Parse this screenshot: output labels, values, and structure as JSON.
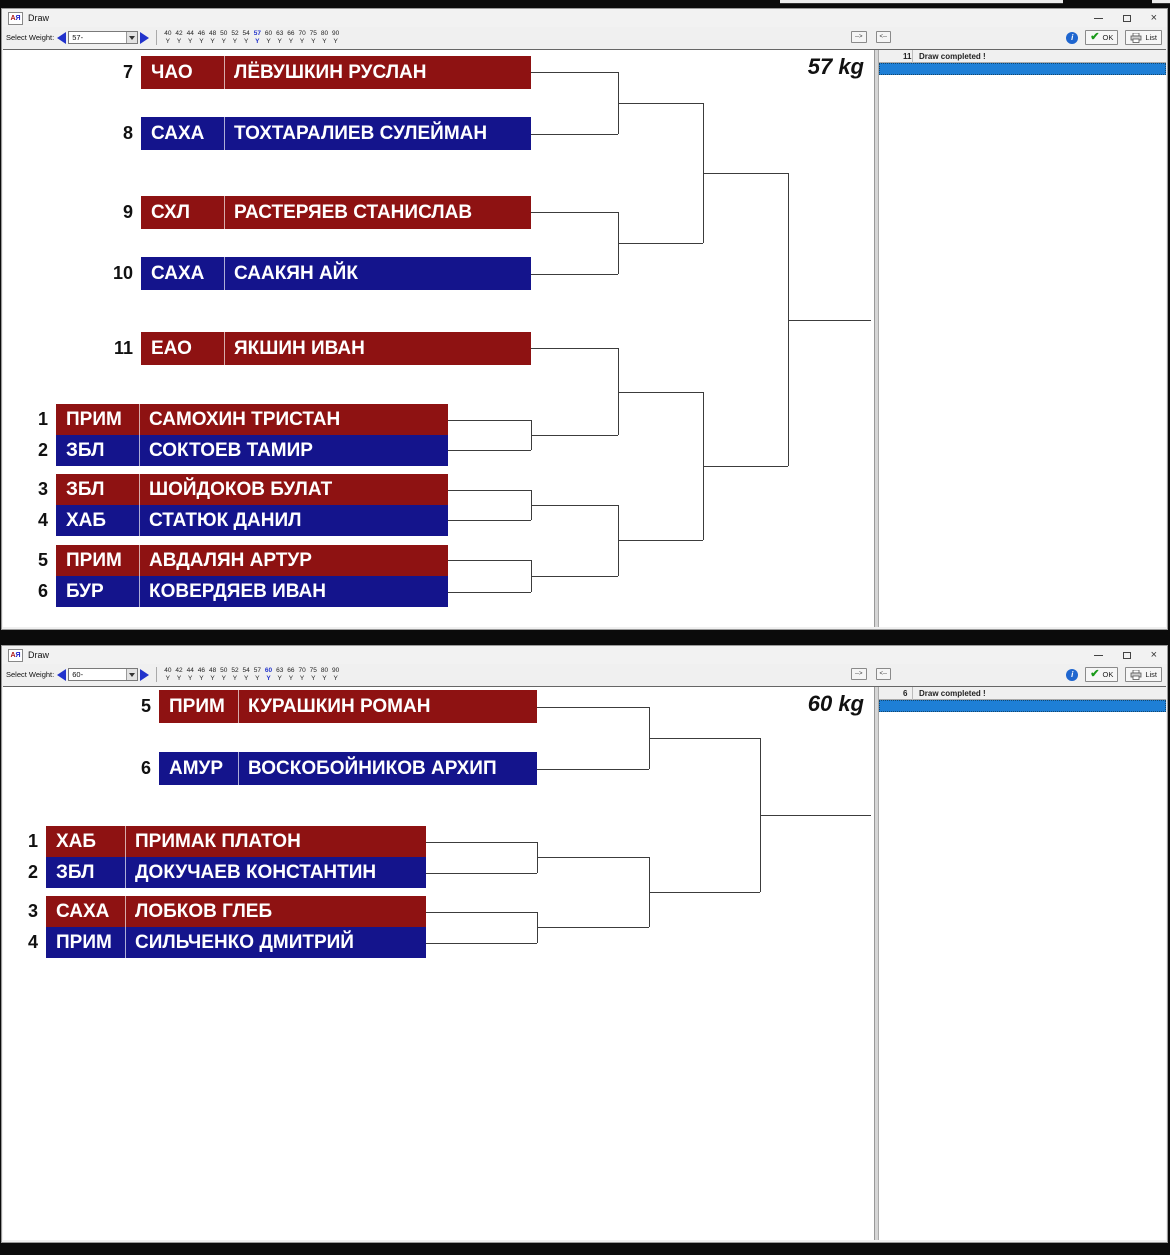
{
  "colors": {
    "red": "#8e1212",
    "blue": "#14148c",
    "selected_row": "#1e7fd6",
    "accent": "#2233cc"
  },
  "chrome": {
    "window_title": "Draw",
    "select_weight_label": "Select Weight:",
    "weights": [
      "40",
      "42",
      "44",
      "46",
      "48",
      "50",
      "52",
      "54",
      "57",
      "60",
      "63",
      "66",
      "70",
      "75",
      "80",
      "90"
    ],
    "weight_flag": "Y",
    "nav_forward_label": "-->",
    "nav_back_label": "<--",
    "info_glyph": "i",
    "ok_label": "OK",
    "list_label": "List",
    "minimize_glyph": "–",
    "close_glyph": "×"
  },
  "windows": [
    {
      "dropdown_value": "57-",
      "selected_weight_value": "57",
      "category_label": "57 kg",
      "panel": {
        "count": "11",
        "status": "Draw completed !"
      },
      "entries": [
        {
          "seed": "7",
          "region": "ЧАО",
          "name": "ЛЁВУШКИН РУСЛАН",
          "side": "red"
        },
        {
          "seed": "8",
          "region": "САХА",
          "name": "ТОХТАРАЛИЕВ СУЛЕЙМАН",
          "side": "blue"
        },
        {
          "seed": "9",
          "region": "СХЛ",
          "name": "РАСТЕРЯЕВ СТАНИСЛАВ",
          "side": "red"
        },
        {
          "seed": "10",
          "region": "САХА",
          "name": "СААКЯН АЙК",
          "side": "blue"
        },
        {
          "seed": "11",
          "region": "ЕАО",
          "name": "ЯКШИН ИВАН",
          "side": "red"
        },
        {
          "seed": "1",
          "region": "ПРИМ",
          "name": "САМОХИН ТРИСТАН",
          "side": "red"
        },
        {
          "seed": "2",
          "region": "ЗБЛ",
          "name": "СОКТОЕВ ТАМИР",
          "side": "blue"
        },
        {
          "seed": "3",
          "region": "ЗБЛ",
          "name": "ШОЙДОКОВ БУЛАТ",
          "side": "red"
        },
        {
          "seed": "4",
          "region": "ХАБ",
          "name": "СТАТЮК ДАНИЛ",
          "side": "blue"
        },
        {
          "seed": "5",
          "region": "ПРИМ",
          "name": "АВДАЛЯН АРТУР",
          "side": "red"
        },
        {
          "seed": "6",
          "region": "БУР",
          "name": "КОВЕРДЯЕВ ИВАН",
          "side": "blue"
        }
      ]
    },
    {
      "dropdown_value": "60-",
      "selected_weight_value": "60",
      "category_label": "60 kg",
      "panel": {
        "count": "6",
        "status": "Draw completed !"
      },
      "entries": [
        {
          "seed": "5",
          "region": "ПРИМ",
          "name": "КУРАШКИН РОМАН",
          "side": "red"
        },
        {
          "seed": "6",
          "region": "АМУР",
          "name": "ВОСКОБОЙНИКОВ АРХИП",
          "side": "blue"
        },
        {
          "seed": "1",
          "region": "ХАБ",
          "name": "ПРИМАК ПЛАТОН",
          "side": "red"
        },
        {
          "seed": "2",
          "region": "ЗБЛ",
          "name": "ДОКУЧАЕВ КОНСТАНТИН",
          "side": "blue"
        },
        {
          "seed": "3",
          "region": "САХА",
          "name": "ЛОБКОВ ГЛЕБ",
          "side": "red"
        },
        {
          "seed": "4",
          "region": "ПРИМ",
          "name": "СИЛЬЧЕНКО ДМИТРИЙ",
          "side": "blue"
        }
      ]
    }
  ]
}
